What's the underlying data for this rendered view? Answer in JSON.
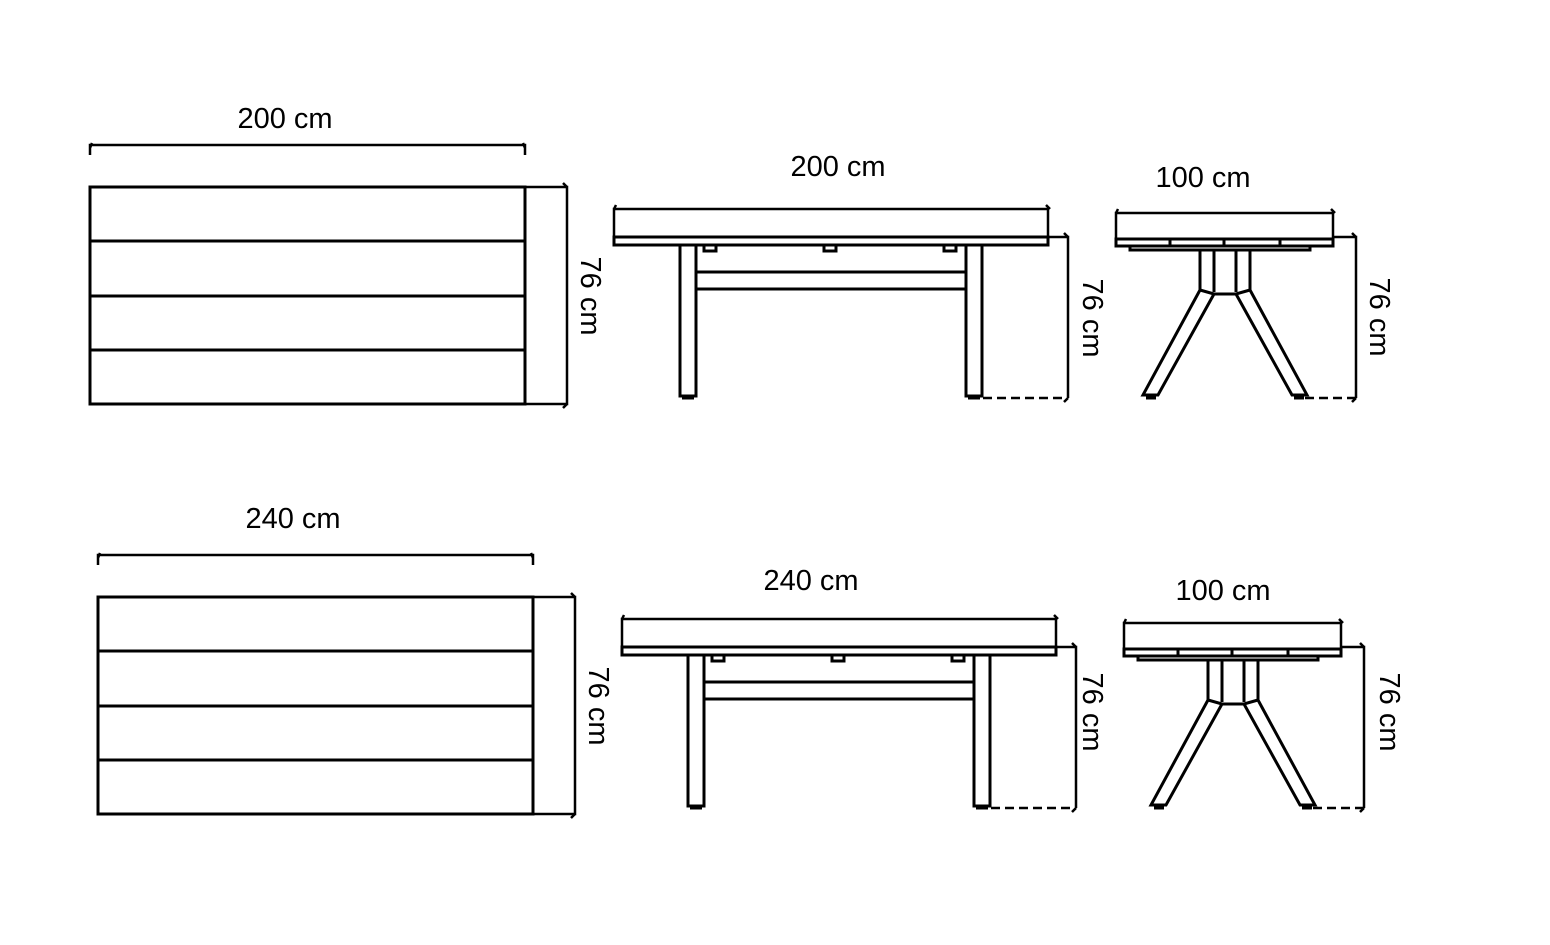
{
  "rows": [
    {
      "top_view": {
        "width_label": "200 cm",
        "height_label": "76 cm"
      },
      "side_view": {
        "width_label": "200 cm",
        "height_label": "76 cm"
      },
      "end_view": {
        "width_label": "100 cm",
        "height_label": "76 cm"
      }
    },
    {
      "top_view": {
        "width_label": "240 cm",
        "height_label": "76 cm"
      },
      "side_view": {
        "width_label": "240 cm",
        "height_label": "76 cm"
      },
      "end_view": {
        "width_label": "100 cm",
        "height_label": "76 cm"
      }
    }
  ]
}
